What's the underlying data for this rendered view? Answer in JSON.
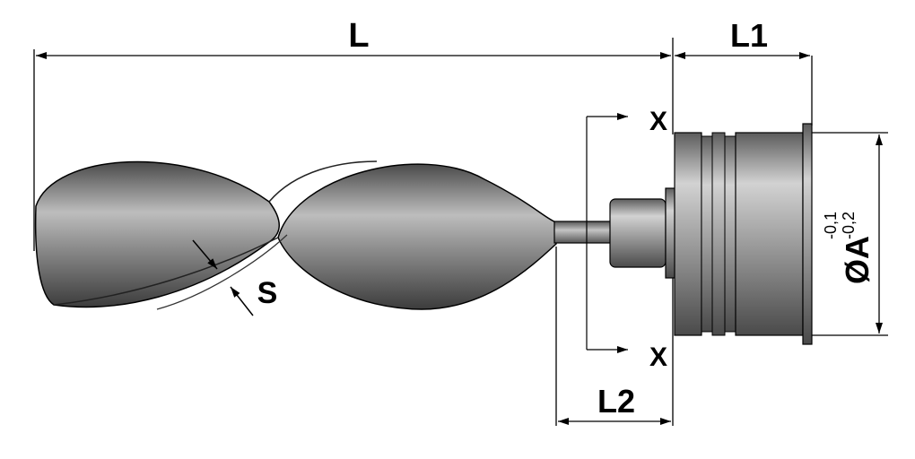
{
  "labels": {
    "L": "L",
    "L1": "L1",
    "L2": "L2",
    "S": "S",
    "A": "ØA",
    "tol_upper": "-0,1",
    "tol_lower": "-0,2",
    "section_top": "X",
    "section_bottom": "X"
  },
  "colors": {
    "line": "#000000",
    "metal_dark": "#5a5a5a",
    "metal_mid": "#8e8e8e",
    "metal_light": "#c9c9c9"
  }
}
